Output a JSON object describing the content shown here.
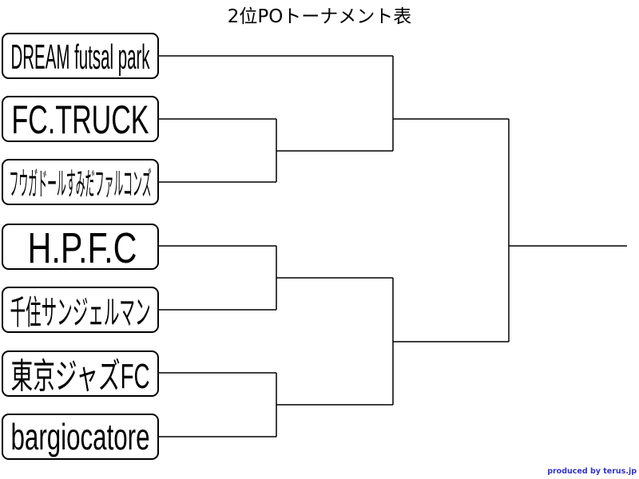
{
  "title": "2位POトーナメント表",
  "teams": [
    "DREAM futsal park",
    "FC.TRUCK",
    "フウガドールすみだファルコンズ",
    "H.P.F.C",
    "千住サンジェルマン",
    "東京ジャズFC",
    "bargiocatore"
  ],
  "credit": "produced by terus.jp",
  "colors": {
    "line": "#000000",
    "credit": "#3333cc"
  }
}
